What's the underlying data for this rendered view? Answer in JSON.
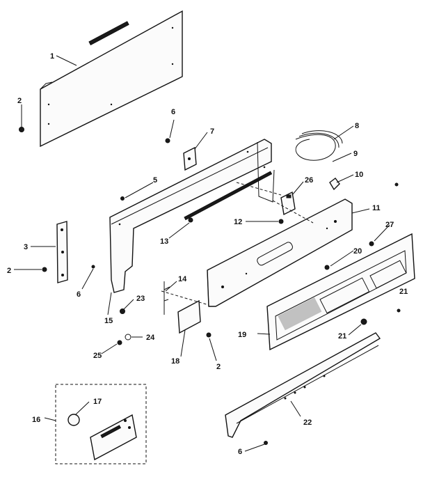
{
  "callouts": {
    "c1": "1",
    "c2a": "2",
    "c2b": "2",
    "c2c": "2",
    "c3": "3",
    "c5": "5",
    "c6a": "6",
    "c6b": "6",
    "c6c": "6",
    "c7": "7",
    "c8": "8",
    "c9": "9",
    "c10": "10",
    "c11": "11",
    "c12": "12",
    "c13": "13",
    "c14": "14",
    "c15": "15",
    "c16": "16",
    "c17": "17",
    "c18": "18",
    "c19": "19",
    "c20": "20",
    "c21a": "21",
    "c21b": "21",
    "c22": "22",
    "c23": "23",
    "c24": "24",
    "c25": "25",
    "c26": "26",
    "c27": "27"
  }
}
